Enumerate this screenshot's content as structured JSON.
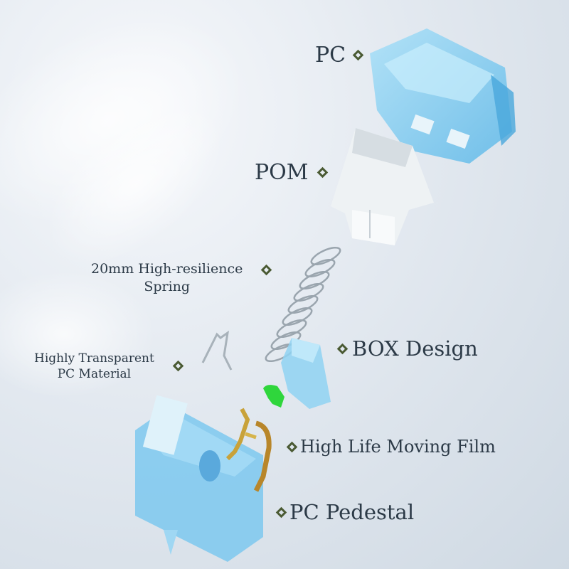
{
  "image": {
    "description": "Exploded view of a mechanical keyboard switch with labeled components",
    "background_color": "#dfe6ee",
    "accent_color": "#4a5a33",
    "part_blue": "#7cc8ee",
    "text_color": "#2c3a47"
  },
  "labels": {
    "pc_top": "PC",
    "pom": "POM",
    "spring_line1": "20mm High-resilience",
    "spring_line2": "Spring",
    "transparent_line1": "Highly Transparent",
    "transparent_line2": "PC Material",
    "box_design": "BOX Design",
    "moving_film": "High Life Moving Film",
    "pc_pedestal": "PC Pedestal"
  },
  "icons": {
    "bullet": "diamond-outline"
  }
}
